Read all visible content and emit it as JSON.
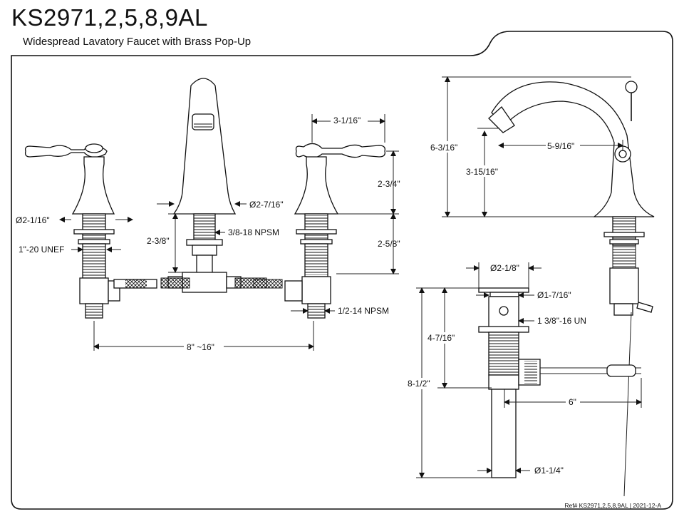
{
  "header": {
    "title": "KS2971,2,5,8,9AL",
    "subtitle": "Widespread Lavatory Faucet with Brass Pop-Up"
  },
  "dimensions": {
    "handle_base_dia": "Ø2-1/16\"",
    "shank_thread": "1\"-20 UNEF",
    "spout_base_dia": "Ø2-7/16\"",
    "spout_shank_len": "2-3/8\"",
    "spout_thread": "3/8-18 NPSM",
    "handle_width": "3-1/16\"",
    "handle_height": "2-3/4\"",
    "shank_length": "2-5/8\"",
    "inlet_thread": "1/2-14 NPSM",
    "spread": "8\" ~16\"",
    "faucet_height": "6-3/16\"",
    "spout_height": "3-15/16\"",
    "spout_reach": "5-9/16\"",
    "drain_flange_dia": "Ø2-1/8\"",
    "drain_body_dia": "Ø1-7/16\"",
    "drain_thread": "1 3/8\"-16 UN",
    "drain_upper_len": "4-7/16\"",
    "drain_total_len": "8-1/2\"",
    "rod_length": "6\"",
    "tail_dia": "Ø1-1/4\""
  },
  "footer": {
    "ref": "Ref# KS2971,2,5,8,9AL | 2021-12-A"
  }
}
